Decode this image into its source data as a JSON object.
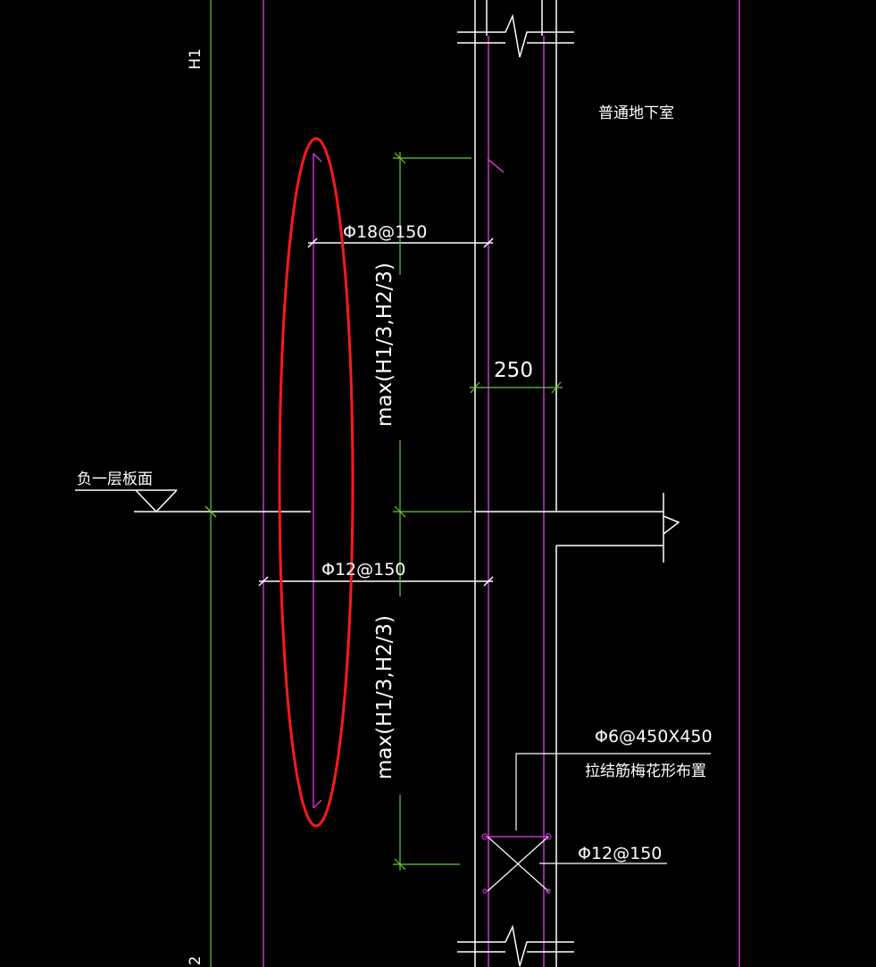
{
  "annotations": {
    "h1_label": "H1",
    "h2_label": "2",
    "room_label": "普通地下室",
    "floor_label": "负一层板面",
    "rebar_top": "Φ18@150",
    "rebar_mid": "Φ12@150",
    "dimension_upper": "max(H1/3,H2/3)",
    "dimension_lower": "max(H1/3,H2/3)",
    "wall_thickness": "250",
    "tie_spec": "Φ6@450X450",
    "tie_note": "拉结筋梅花形布置",
    "rebar_bottom": "Φ12@150"
  },
  "colors": {
    "background": "#000000",
    "wall_lines": "#ffffff",
    "rebar_lines": "#cc33cc",
    "dimension_lines": "#66cc33",
    "highlight_ellipse": "#ff1a1a"
  }
}
